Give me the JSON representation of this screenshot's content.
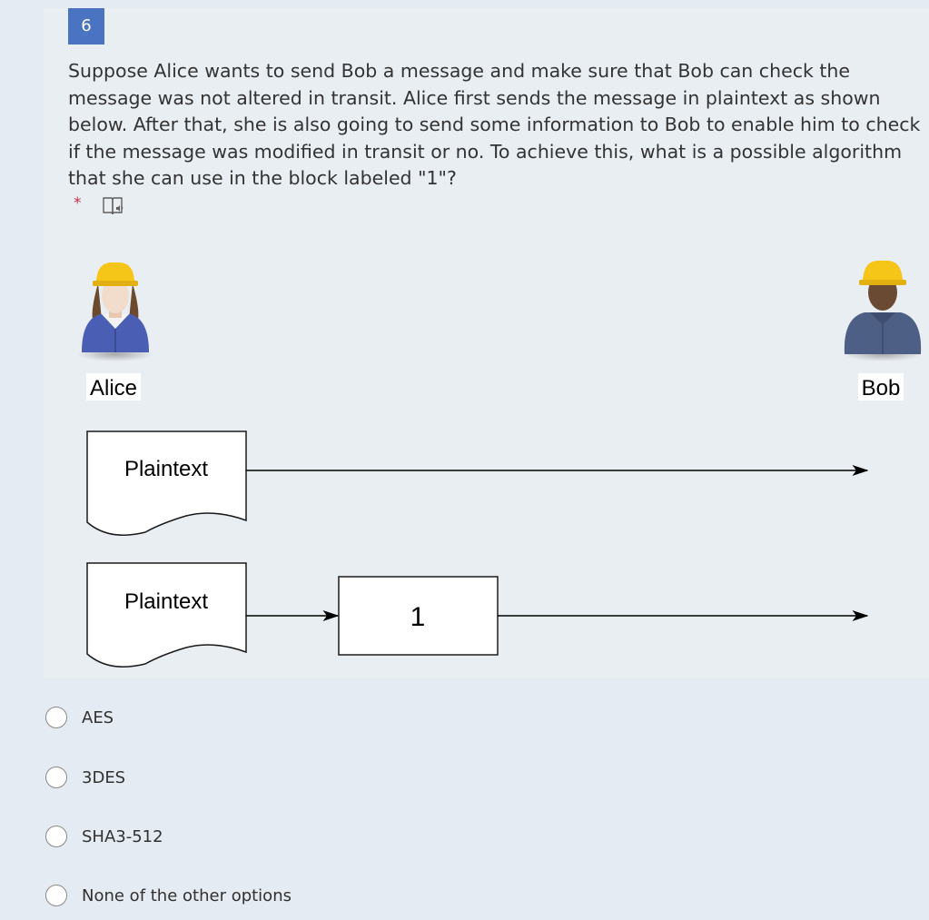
{
  "question": {
    "number": "6",
    "text": "Suppose Alice wants to send Bob a message and make sure that Bob can check the message was not altered in transit. Alice first sends the message in plaintext as shown below. After that, she is also going to send some information to Bob to enable him to check if the message was modified in transit or no. To achieve this, what is a possible algorithm that she can use in the block labeled \"1\"?",
    "required_marker": "*",
    "reader_icon": "immersive-reader-icon"
  },
  "diagram": {
    "sender_label": "Alice",
    "receiver_label": "Bob",
    "doc_top_label": "Plaintext",
    "doc_bottom_label": "Plaintext",
    "block_label": "1"
  },
  "options": [
    {
      "label": "AES"
    },
    {
      "label": "3DES"
    },
    {
      "label": "SHA3-512"
    },
    {
      "label": "None of the other options"
    }
  ]
}
